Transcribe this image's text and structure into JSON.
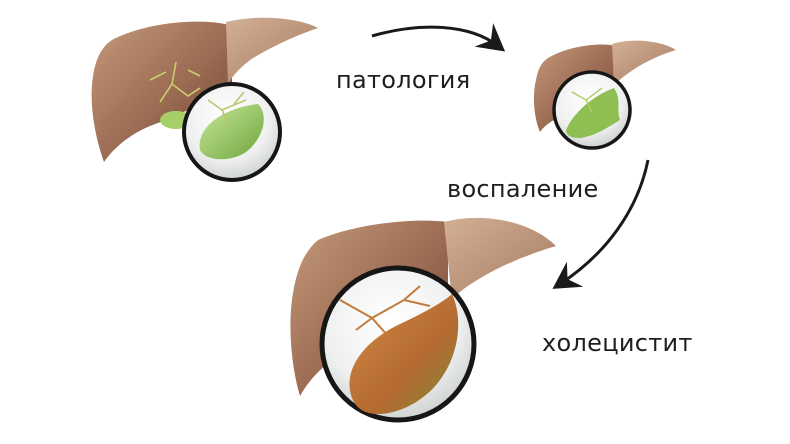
{
  "labels": {
    "pathology": "патология",
    "inflammation": "воспаление",
    "cholecystitis": "холецистит"
  },
  "colors": {
    "liver_light": "#b98e70",
    "liver_dark": "#7a4e3c",
    "gallbladder_healthy": "#9fcf6a",
    "gallbladder_inflamed": "#c47a3c",
    "lens_rim": "#161616",
    "arrow": "#1a1a1a"
  }
}
